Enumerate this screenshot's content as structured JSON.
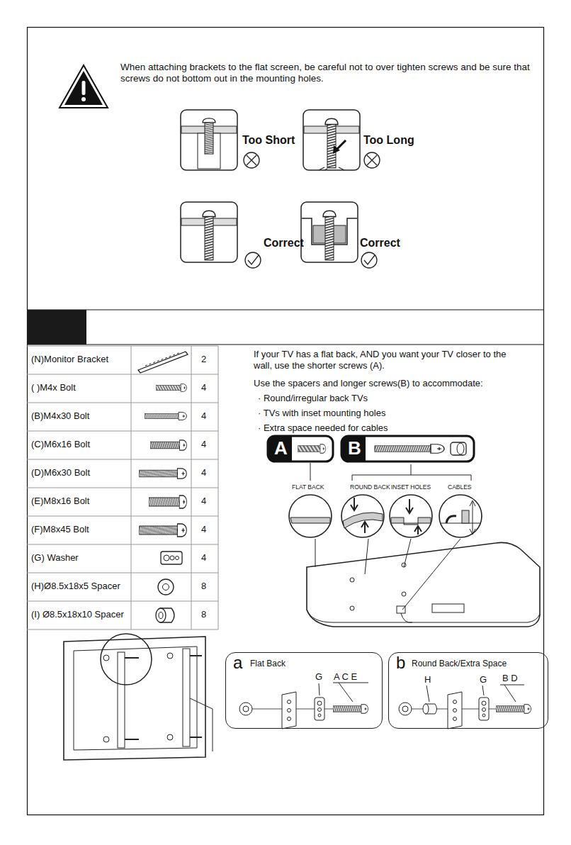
{
  "diagram": {
    "nodes": [
      {
        "text": [
          "A"
        ]
      },
      {
        "text": [
          "B"
        ]
      },
      {
        "text": [
          "a",
          "Flat Back",
          "G",
          "A C E"
        ]
      },
      {
        "text": [
          "b",
          "Round Back/Extra Space",
          "H",
          "G",
          "B D"
        ]
      }
    ],
    "edges": [],
    "labels": [
      "When attaching brackets to the flat screen, be careful not to over tighten screws and be sure that screws do not bottom out in the mounting holes.",
      "Too Short",
      "Too Long",
      "Correct",
      "Correct",
      "(N)Monitor Bracket",
      "2",
      "( )M4x Bolt",
      "4",
      "(B)M4x30 Bolt",
      "4",
      "(C)M6x16 Bolt",
      "4",
      "(D)M6x30 Bolt",
      "4",
      "(E)M8x16 Bolt",
      "4",
      "(F)M8x45 Bolt",
      "4",
      "(G) Washer",
      "4",
      "(H)Ø8.5x18x5 Spacer",
      "8",
      "(I) Ø8.5x18x10 Spacer",
      "8",
      "If your TV has a flat back, AND you want your TV closer to the wall, use the shorter screws (A).",
      "Use the spacers and longer screws(B) to accommodate:",
      "· Round/irregular back TVs",
      "· TVs with inset mounting holes",
      "· Extra space needed for cables",
      "FLAT BACK",
      "ROUND BACK",
      "INSET HOLES",
      "CABLES"
    ]
  }
}
